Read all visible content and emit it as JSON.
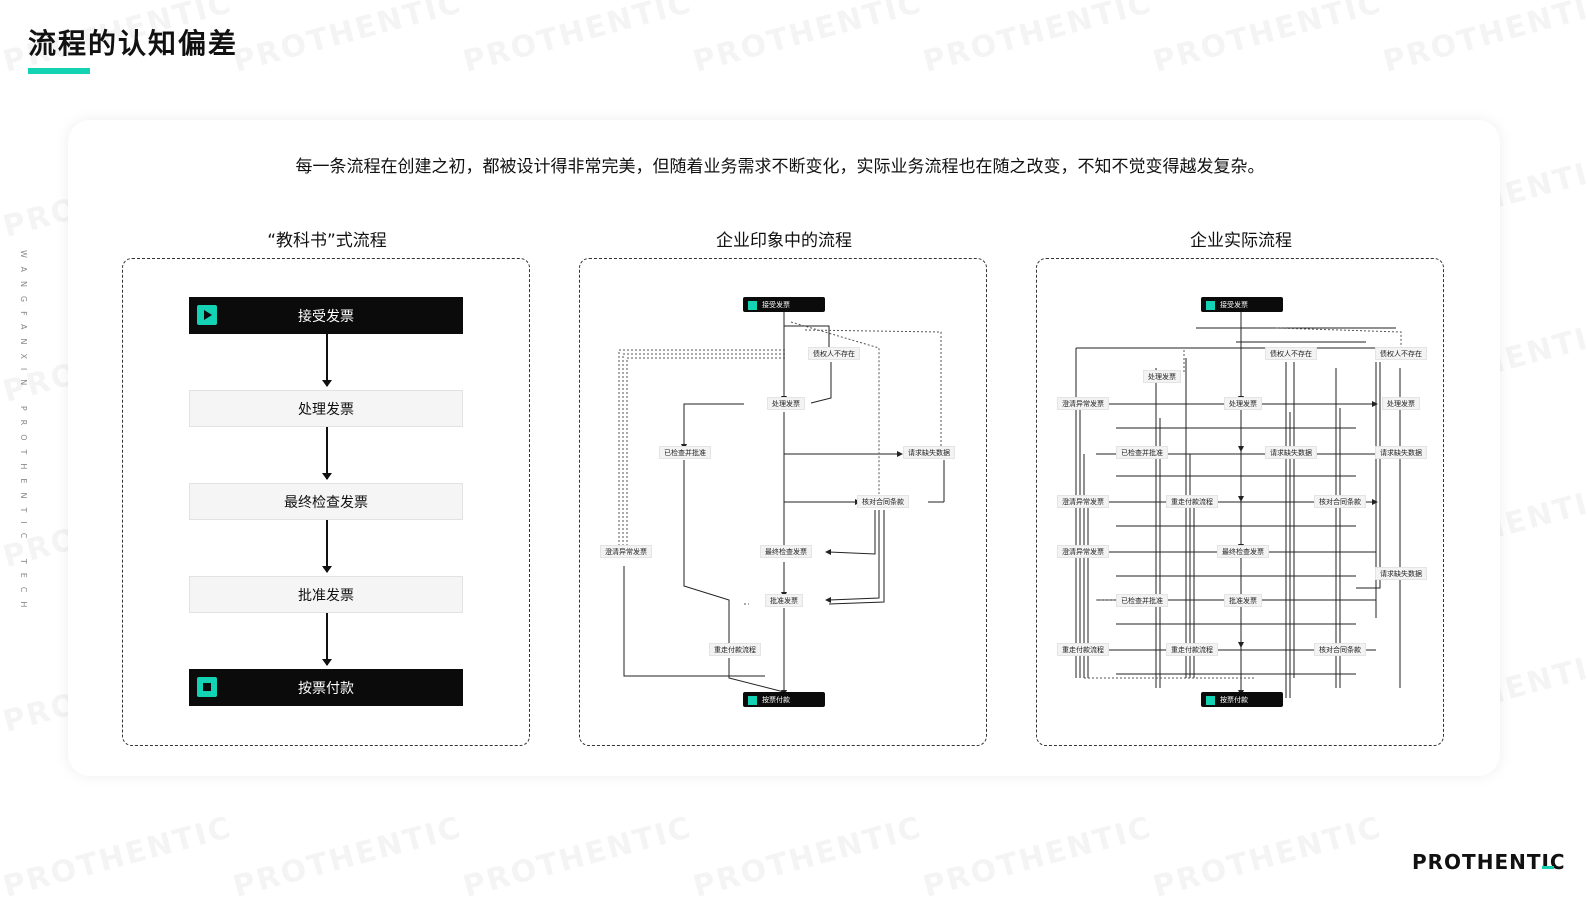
{
  "page": {
    "title": "流程的认知偏差",
    "side_text": "WANGFANXIN PROTHENTIC TECH",
    "intro": "每一条流程在创建之初，都被设计得非常完美，但随着业务需求不断变化，实际业务流程也在随之改变，不知不觉变得越发复杂。",
    "watermark": "PROTHENTIC",
    "logo": "PROTHENTIC",
    "accent_color": "#14d3b4"
  },
  "columns": [
    {
      "title": "“教科书”式流程"
    },
    {
      "title": "企业印象中的流程"
    },
    {
      "title": "企业实际流程"
    }
  ],
  "textbook_flow": {
    "nodes": [
      "接受发票",
      "处理发票",
      "最终检查发票",
      "批准发票",
      "按票付款"
    ],
    "start_icon": "play-icon",
    "end_icon": "stop-icon"
  },
  "perceived_flow": {
    "nodes": [
      "接受发票",
      "债权人不存在",
      "处理发票",
      "已检查并批准",
      "请求缺失数据",
      "核对合同条款",
      "澄清异常发票",
      "最终检查发票",
      "批准发票",
      "重走付款流程",
      "按票付款"
    ]
  },
  "actual_flow": {
    "nodes": [
      "接受发票",
      "债权人不存在",
      "债权人不存在",
      "处理发票",
      "澄清异常发票",
      "处理发票",
      "处理发票",
      "已检查并批准",
      "请求缺失数据",
      "请求缺失数据",
      "澄清异常发票",
      "重走付款流程",
      "核对合同条款",
      "澄清异常发票",
      "最终检查发票",
      "请求缺失数据",
      "已检查并批准",
      "批准发票",
      "重走付款流程",
      "重走付款流程",
      "核对合同条款",
      "按票付款"
    ]
  }
}
